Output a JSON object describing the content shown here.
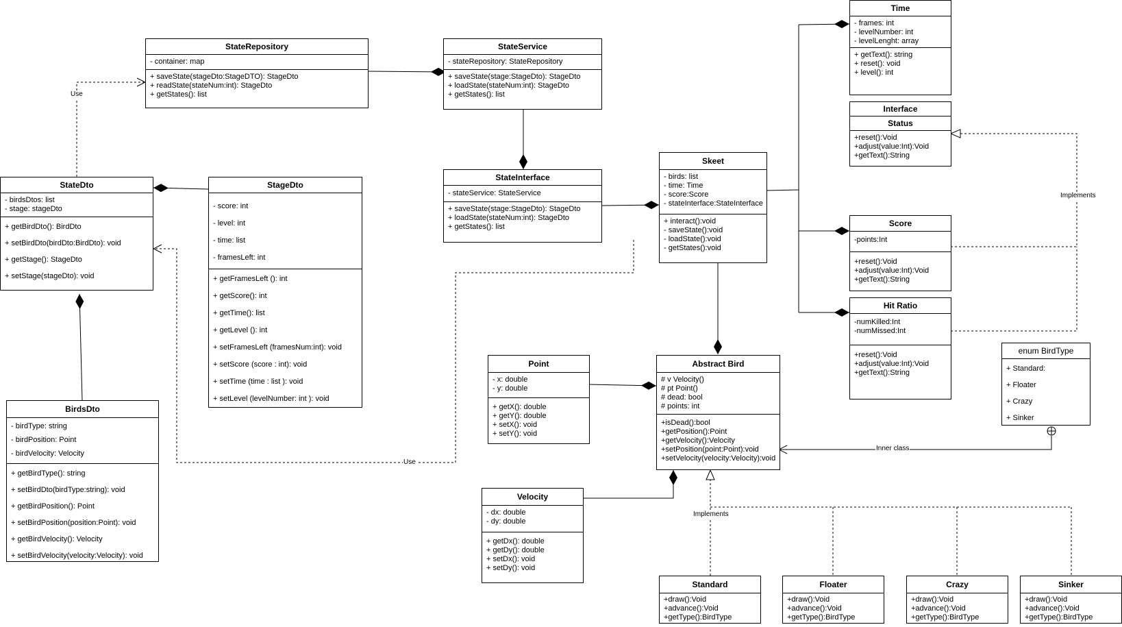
{
  "classes": {
    "state_repository": {
      "name": "StateRepository",
      "attributes": [
        "- container: map"
      ],
      "methods": [
        "+ saveState(stageDto:StageDTO): StageDto",
        "+ readState(stateNum:int): StageDto",
        "+ getStates(): list"
      ]
    },
    "state_service": {
      "name": "StateService",
      "attributes": [
        "- stateRepository: StateRepository"
      ],
      "methods": [
        "+ saveState(stage:StageDto): StageDto",
        "+ loadState(stateNum:int): StageDto",
        "+ getStates(): list"
      ]
    },
    "time": {
      "name": "Time",
      "attributes": [
        "- frames: int",
        "- levelNumber: int",
        "- levelLenght: array"
      ],
      "methods": [
        "+ getText(): string",
        "+ reset(): void",
        "+ level(): int"
      ]
    },
    "status": {
      "stereotype": "Interface",
      "name": "Status",
      "methods": [
        "+reset():Void",
        "+adjust(value:Int):Void",
        "+getText():String"
      ]
    },
    "state_dto": {
      "name": "StateDto",
      "attributes": [
        "- birdsDtos: list",
        "- stage: stageDto"
      ],
      "methods": [
        "+ getBirdDto(): BirdDto",
        "+ setBirdDto(birdDto:BirdDto): void",
        "+ getStage(): StageDto",
        "+ setStage(stageDto): void"
      ]
    },
    "stage_dto": {
      "name": "StageDto",
      "attributes": [
        "- score: int",
        "- level: int",
        "- time: list",
        "- framesLeft: int"
      ],
      "methods": [
        "+ getFramesLeft (): int",
        "+ getScore(): int",
        "+ getTime(): list",
        "+ getLevel (): int",
        "+ setFramesLeft (framesNum:int): void",
        "+ setScore (score : int): void",
        "+ setTime (time : list ): void",
        "+ setLevel (levelNumber: int ): void"
      ]
    },
    "state_interface": {
      "name": "StateInterface",
      "attributes": [
        "- stateService: StateService"
      ],
      "methods": [
        "+ saveState(stage:StageDto): StageDto",
        "+ loadState(stateNum:int): StageDto",
        "+ getStates(): list"
      ]
    },
    "skeet": {
      "name": "Skeet",
      "attributes": [
        "- birds: list",
        "- time: Time",
        "- score:Score",
        "- stateInterface:StateInterface"
      ],
      "methods": [
        "+ interact():void",
        "- saveState():void",
        "- loadState():void",
        "- getStates():void"
      ]
    },
    "score": {
      "name": "Score",
      "attributes": [
        "-points:Int"
      ],
      "methods": [
        "+reset():Void",
        "+adjust(value:Int):Void",
        "+getText():String"
      ]
    },
    "hit_ratio": {
      "name": "Hit Ratio",
      "attributes": [
        "-numKilled:Int",
        "-numMissed:Int"
      ],
      "methods": [
        "+reset():Void",
        "+adjust(value:Int):Void",
        "+getText():String"
      ]
    },
    "bird_type": {
      "name": "enum BirdType",
      "values": [
        "+ Standard:",
        "+ Floater",
        "+ Crazy",
        "+ Sinker"
      ]
    },
    "point": {
      "name": "Point",
      "attributes": [
        "- x: double",
        "- y: double"
      ],
      "methods": [
        "+ getX(): double",
        "+ getY(): double",
        "+ setX(): void",
        "+ setY(): void"
      ]
    },
    "abstract_bird": {
      "name": "Abstract Bird",
      "attributes": [
        "# v Velocity()",
        "# pt Point()",
        "# dead: bool",
        "# points: int"
      ],
      "methods": [
        "+isDead():bool",
        "+getPosition():Point",
        "+getVelocity():Velocity",
        "+setPosition(point:Point):void",
        "+setVelocity(velocity:Velocity):void"
      ]
    },
    "birds_dto": {
      "name": "BirdsDto",
      "attributes": [
        "- birdType: string",
        "- birdPosition: Point",
        "- birdVelocity: Velocity"
      ],
      "methods": [
        "+ getBirdType(): string",
        "+ setBirdDto(birdType:string): void",
        "+ getBirdPosition(): Point",
        "+ setBirdPosition(position:Point): void",
        "+ getBirdVelocity(): Velocity",
        "+ setBirdVelocity(velocity:Velocity): void"
      ]
    },
    "velocity": {
      "name": "Velocity",
      "attributes": [
        "- dx: double",
        "- dy: double"
      ],
      "methods": [
        "+ getDx(): double",
        "+ getDy(): double",
        "+ setDx(): void",
        "+ setDy(): void"
      ]
    },
    "standard": {
      "name": "Standard",
      "methods": [
        "+draw():Void",
        "+advance():Void",
        "+getType():BirdType"
      ]
    },
    "floater": {
      "name": "Floater",
      "methods": [
        "+draw():Void",
        "+advance():Void",
        "+getType():BirdType"
      ]
    },
    "crazy": {
      "name": "Crazy",
      "methods": [
        "+draw():Void",
        "+advance():Void",
        "+getType():BirdType"
      ]
    },
    "sinker": {
      "name": "Sinker",
      "methods": [
        "+draw():Void",
        "+advance():Void",
        "+getType():BirdType"
      ]
    }
  },
  "labels": {
    "use_top": "Use",
    "use_bottom": "Use",
    "implements_status": "Implements",
    "inner_class": "Inner class",
    "implements_bird": "Implements"
  }
}
